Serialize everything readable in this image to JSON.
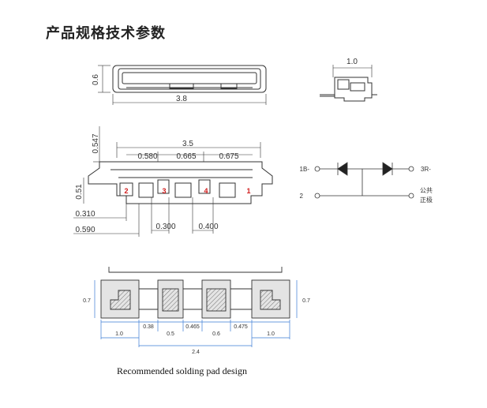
{
  "title": "产品规格技术参数",
  "caption": "Recommended solding pad design",
  "top_view": {
    "height_label": "0.6",
    "width_label": "3.8"
  },
  "side_view": {
    "width_label": "1.0"
  },
  "front_view": {
    "overall_width": "3.5",
    "top_height": "0.547",
    "spacing": [
      "0.580",
      "0.665",
      "0.675"
    ],
    "side_height": "0.51",
    "offsets": [
      "0.310",
      "0.590"
    ],
    "bottom_widths": [
      "0.300",
      "0.400"
    ],
    "pin_labels": [
      "2",
      "3",
      "4",
      "1"
    ]
  },
  "schematic": {
    "pin_1": "1B-",
    "pin_3": "3R-",
    "pin_2": "2",
    "common_label": "公共",
    "anode_label": "正极"
  },
  "pad": {
    "height_left": "0.7",
    "height_right": "0.7",
    "widths": [
      "1.0",
      "0.38",
      "0.5",
      "0.465",
      "0.6",
      "0.475",
      "1.0"
    ],
    "total": "2.4"
  },
  "colors": {
    "line": "#333333",
    "pin_label": "#d11c1c",
    "pad_fill": "#e4e4e4",
    "dim": "#3a7bd5"
  }
}
